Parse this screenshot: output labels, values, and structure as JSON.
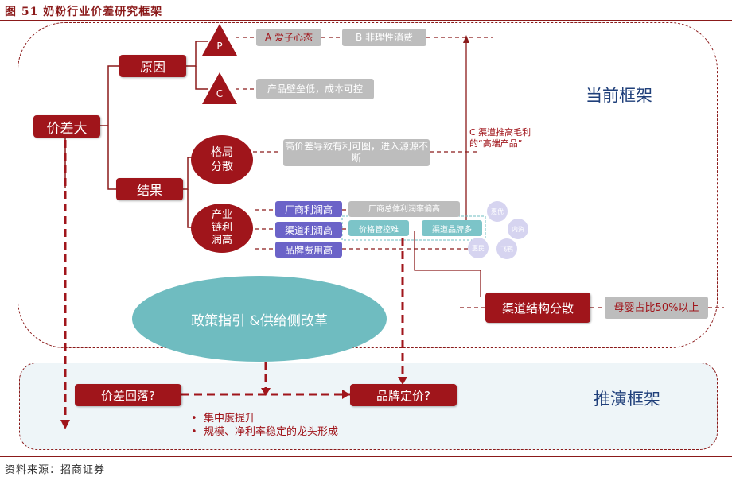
{
  "header": {
    "title": "图 51  奶粉行业价差研究框架"
  },
  "footer": {
    "source": "资料来源：招商证券"
  },
  "frames": {
    "current": "当前框架",
    "deduce": "推演框架"
  },
  "nodes": {
    "price_gap": "价差大",
    "reason": "原因",
    "result": "结果",
    "p": "P",
    "c": "C",
    "pattern": "格局\n分散",
    "chain": "产业\n链利\n润高",
    "a_love": "A 爱子心态",
    "b_irrational": "B 非理性消费",
    "low_barrier": "产品壁垒低，成本可控",
    "high_gap": "高价差导致有利可图，进入源源不断",
    "maker_profit": "厂商利润高",
    "channel_profit": "渠道利润高",
    "brand_cost": "品牌费用高",
    "maker_total": "厂商总体利润率偏高",
    "price_control": "价格管控难",
    "channel_brands": "渠道品牌多",
    "channel_note": "C 渠道推高毛利的“高端产品”",
    "channel_struct": "渠道结构分散",
    "mother_baby": "母婴占比50%以上",
    "policy": "政策指引 &供给侧改革",
    "gap_fall": "价差回落?",
    "brand_price": "品牌定价?",
    "bullet1": "集中度提升",
    "bullet2": "规模、净利率稳定的龙头形成"
  },
  "bubbles": [
    "惠优",
    "内资",
    "惠民",
    "飞鹤"
  ],
  "colors": {
    "dark_red": "#a0151b",
    "grey": "#bdbdbd",
    "purple": "#6b63c8",
    "teal": "#7cc4c8",
    "navy": "#1f3f7a"
  }
}
